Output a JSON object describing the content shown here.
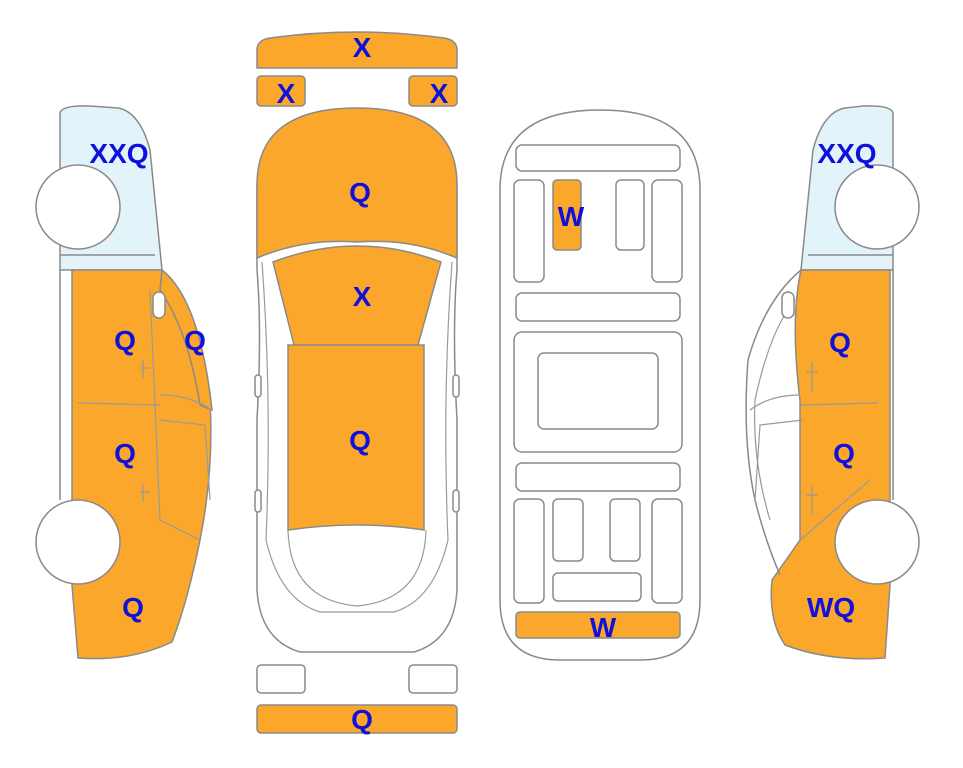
{
  "colors": {
    "damaged": "#FAA72B",
    "glass": "#E3F3FA",
    "label": "#1010DD",
    "outline": "#8A8A8A",
    "background": "#FFFFFF"
  },
  "labels": {
    "front_bumper": "X",
    "headlight_left": "X",
    "headlight_right": "X",
    "hood": "Q",
    "windshield": "X",
    "roof": "Q",
    "rear_bumper": "Q",
    "underbody_front": "W",
    "underbody_rear": "W",
    "left_glass": "XXQ",
    "left_front_door": "Q",
    "left_pillar": "Q",
    "left_rear_door": "Q",
    "left_rear_quarter": "Q",
    "right_glass": "XXQ",
    "right_front_door": "Q",
    "right_rear_door": "Q",
    "right_rear_quarter": "WQ"
  }
}
